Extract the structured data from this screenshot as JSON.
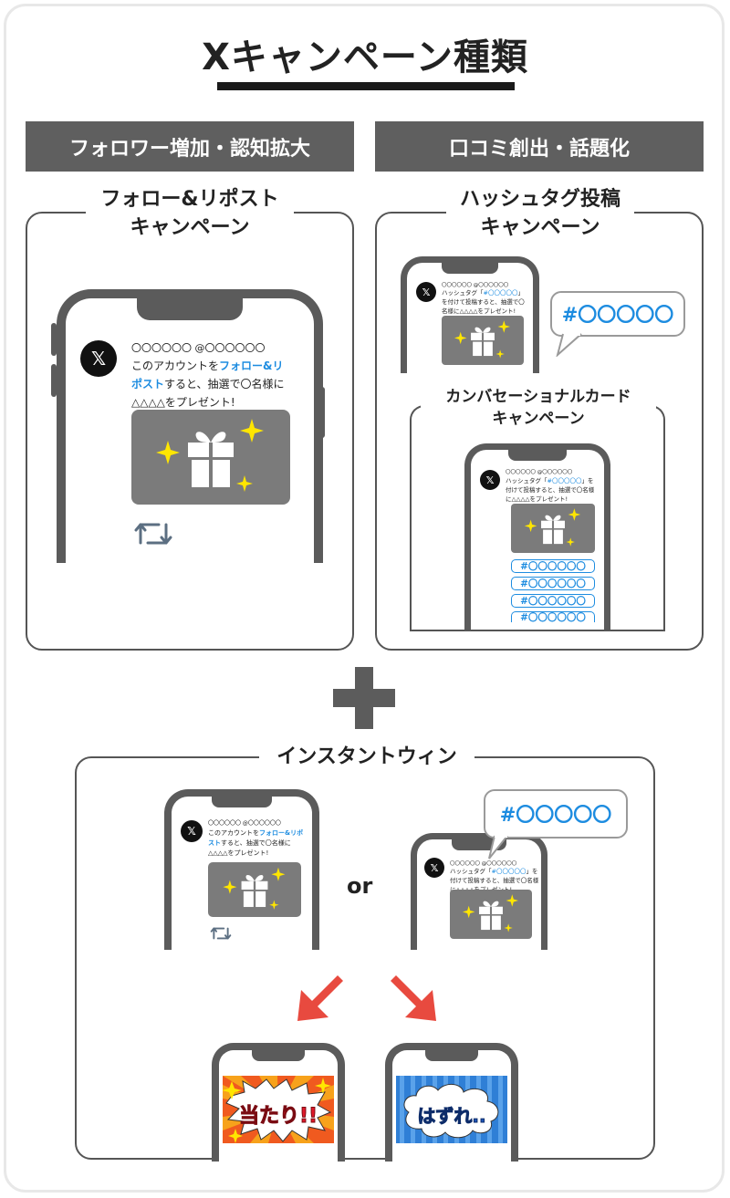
{
  "title": "Xキャンペーン種類",
  "categories": {
    "left": "フォロワー増加・認知拡大",
    "right": "口コミ創出・話題化"
  },
  "follow_rt": {
    "title": [
      "フォロー&リポスト",
      "キャンペーン"
    ],
    "account": "〇〇〇〇〇〇 @〇〇〇〇〇〇",
    "text_before": "このアカウントを",
    "text_highlight": "フォロー&リポスト",
    "text_after": "すると、抽選で〇名様に△△△△をプレゼント!",
    "x_logo": "𝕏"
  },
  "hashtag": {
    "title": [
      "ハッシュタグ投稿",
      "キャンペーン"
    ],
    "account": "〇〇〇〇〇〇 @〇〇〇〇〇〇",
    "text_before": "ハッシュタグ「",
    "text_highlight": "#〇〇〇〇〇",
    "text_after": "」を付けて投稿すると、抽選で〇名様に△△△△をプレゼント!",
    "bubble": "#〇〇〇〇〇"
  },
  "conversational": {
    "title": [
      "カンバセーショナルカード",
      "キャンペーン"
    ],
    "account": "〇〇〇〇〇〇 @〇〇〇〇〇〇",
    "text_before": "ハッシュタグ「",
    "text_highlight": "#〇〇〇〇〇",
    "text_after": "」を付けて投稿すると、抽選で〇名様に△△△△をプレゼント!",
    "buttons": [
      "#〇〇〇〇〇〇",
      "#〇〇〇〇〇〇",
      "#〇〇〇〇〇〇",
      "#〇〇〇〇〇〇"
    ]
  },
  "instant_win": {
    "title": "インスタントウィン",
    "or_label": "or",
    "bubble": "#〇〇〇〇〇",
    "win_label": "当たり!!",
    "lose_label": "はずれ..",
    "colors": {
      "arrow": "#e84a3f",
      "win_bg": "#f05a1f",
      "lose_bg": "#2f7fd6",
      "accent": "#1d8ce0"
    }
  }
}
